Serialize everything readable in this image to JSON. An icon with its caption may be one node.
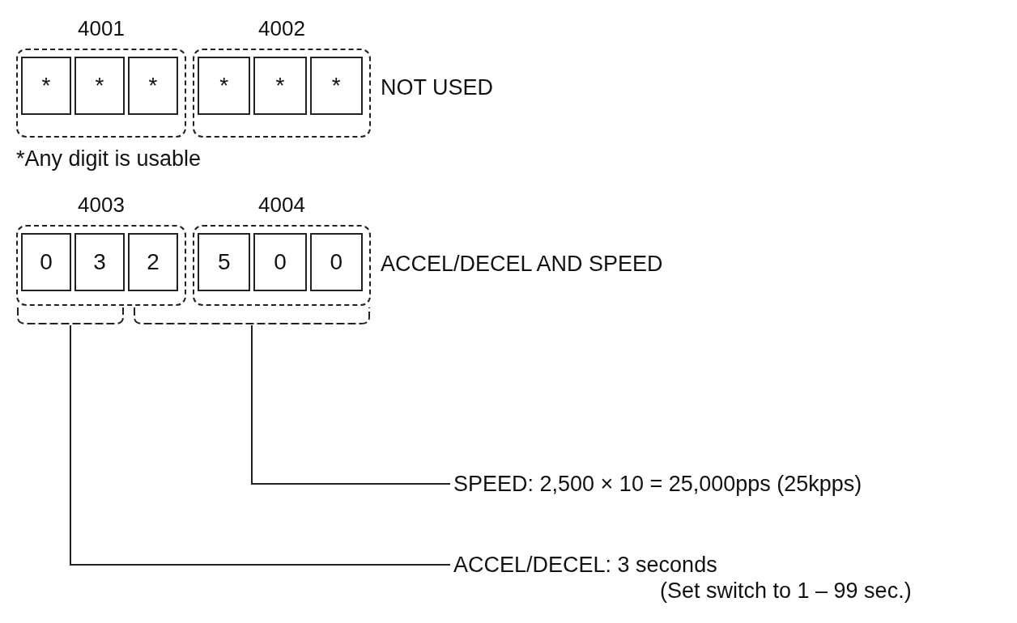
{
  "diagram": {
    "nodes": [
      {
        "text": [
          "4001"
        ]
      },
      {
        "text": [
          "*"
        ],
        "in": 0
      },
      {
        "text": [
          "*"
        ],
        "in": 0
      },
      {
        "text": [
          "*"
        ],
        "in": 0
      },
      {
        "text": [
          "4002"
        ]
      },
      {
        "text": [
          "*"
        ],
        "in": 4
      },
      {
        "text": [
          "*"
        ],
        "in": 4
      },
      {
        "text": [
          "*"
        ],
        "in": 4
      },
      {
        "text": [
          "4003"
        ]
      },
      {
        "text": [
          "0"
        ],
        "in": 8
      },
      {
        "text": [
          "3"
        ],
        "in": 8
      },
      {
        "text": [
          "2"
        ],
        "in": 8
      },
      {
        "text": [
          "4004"
        ]
      },
      {
        "text": [
          "5"
        ],
        "in": 12
      },
      {
        "text": [
          "0"
        ],
        "in": 12
      },
      {
        "text": [
          "0"
        ],
        "in": 12
      },
      {
        "text": [],
        "shape": "bracket"
      },
      {
        "text": [],
        "shape": "bracket"
      },
      {
        "text": [
          "SPEED: 2,500 × 10 = 25,000pps (25kpps)"
        ]
      },
      {
        "text": [
          "ACCEL/DECEL: 3 seconds",
          "(Set switch to 1 – 99 sec.)"
        ]
      }
    ],
    "edges": [
      {
        "from": 17,
        "to": 18,
        "arrow": "none"
      },
      {
        "from": 16,
        "to": 19,
        "arrow": "none"
      }
    ],
    "labels": [
      "NOT USED",
      "*Any digit is usable",
      "ACCEL/DECEL AND SPEED"
    ]
  }
}
